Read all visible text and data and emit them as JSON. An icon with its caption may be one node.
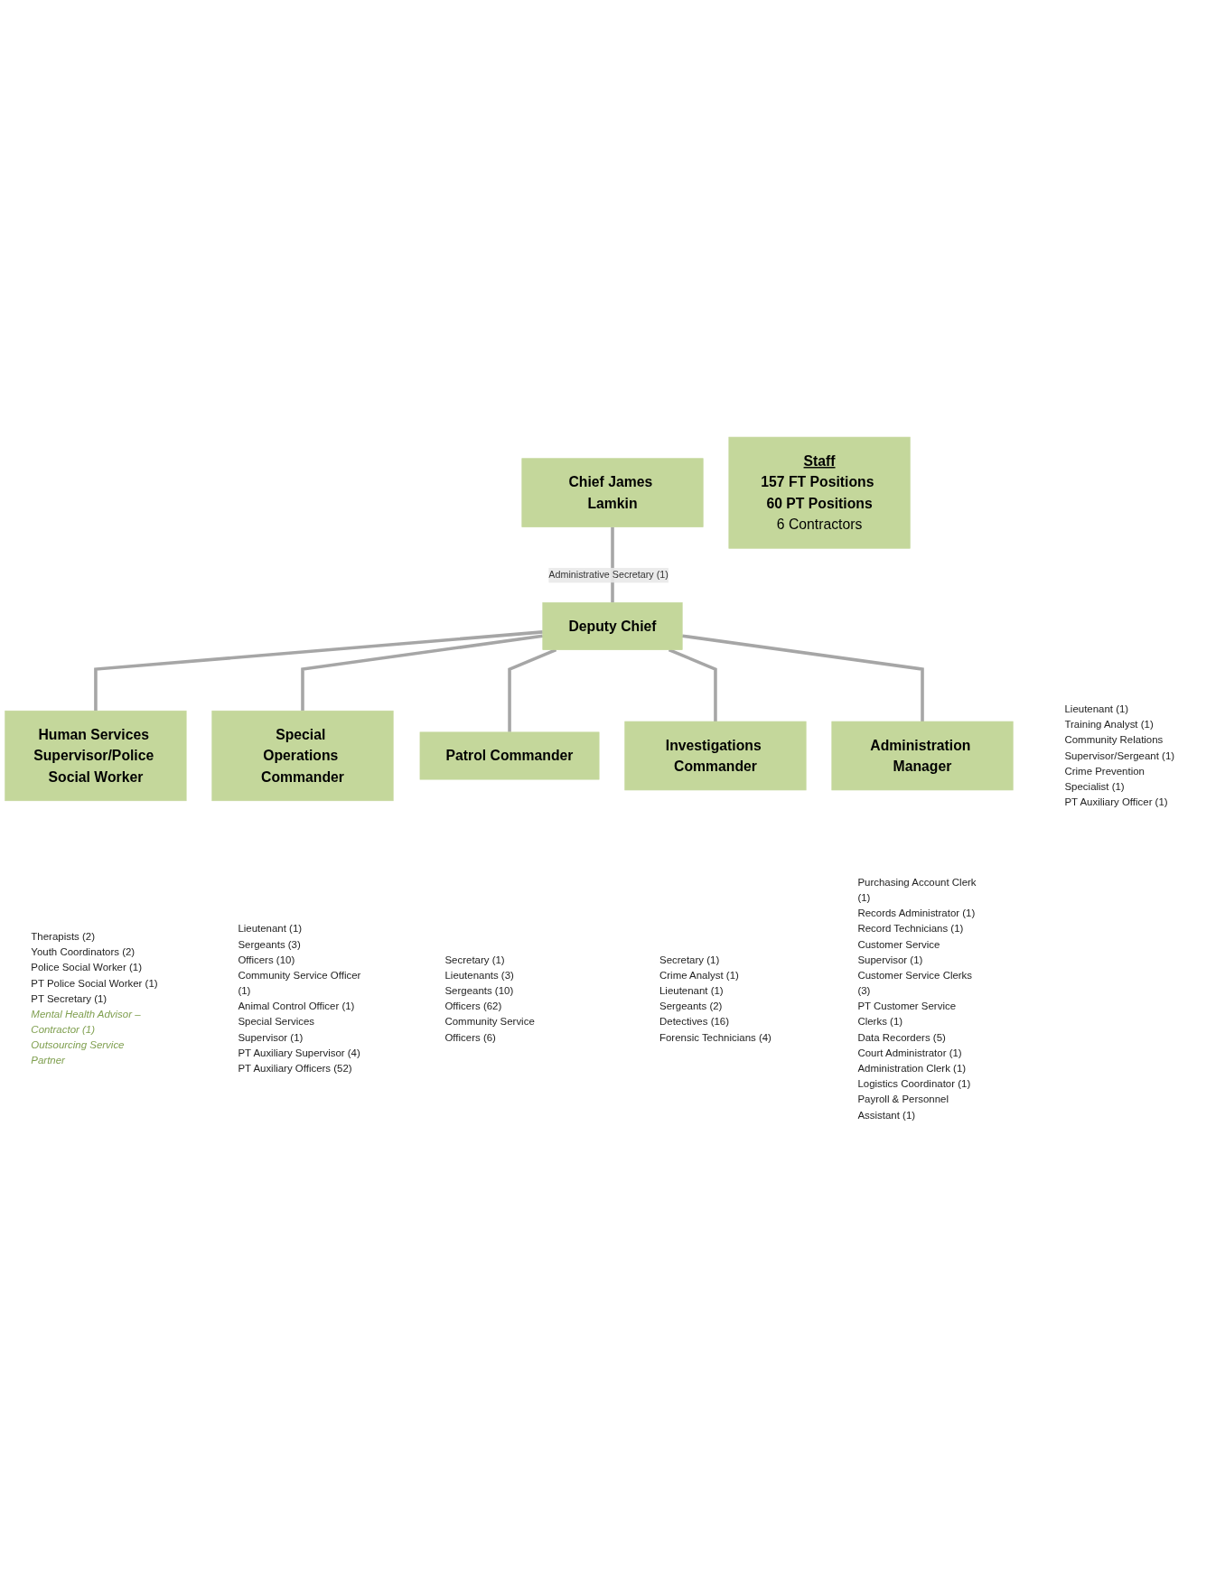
{
  "diagram": {
    "nodes": [
      {
        "text": [
          "Chief James Lamkin"
        ]
      },
      {
        "text": [
          "Deputy Chief"
        ],
        "beside": [
          "Lieutenant (1)",
          "Training Analyst (1)",
          "Community Relations Supervisor/Sergeant (1)",
          "Crime Prevention Specialist (1)",
          "PT Auxiliary Officer (1)"
        ]
      },
      {
        "text": [
          "Human Services Supervisor/Police Social Worker"
        ],
        "beside": [
          "Therapists (2)",
          "Youth Coordinators (2)",
          "Police Social Worker (1)",
          "PT Police Social Worker (1)",
          "PT Secretary (1)",
          "*Mental Health Advisor – Contractor (1)*",
          "*Outsourcing Service Partner*"
        ]
      },
      {
        "text": [
          "Special Operations Commander"
        ],
        "beside": [
          "Lieutenant (1)",
          "Sergeants (3)",
          "Officers (10)",
          "Community Service Officer (1)",
          "Animal Control Officer (1)",
          "Special Services Supervisor (1)",
          "PT Auxiliary Supervisor (4)",
          "PT Auxiliary Officers (52)"
        ]
      },
      {
        "text": [
          "Patrol Commander"
        ],
        "beside": [
          "Secretary (1)",
          "Lieutenants (3)",
          "Sergeants (10)",
          "Officers (62)",
          "Community Service Officers (6)"
        ]
      },
      {
        "text": [
          "Investigations Commander"
        ],
        "beside": [
          "Secretary (1)",
          "Crime Analyst (1)",
          "Lieutenant (1)",
          "Sergeants (2)",
          "Detectives (16)",
          "Forensic Technicians (4)"
        ]
      },
      {
        "text": [
          "Administration Manager"
        ],
        "beside": [
          "Purchasing Account Clerk (1)",
          "Records Administrator (1)",
          "Record Technicians (1)",
          "Customer Service Supervisor (1)",
          "Customer Service Clerks (3)",
          "PT Customer Service Clerks (1)",
          "Data Recorders (5)",
          "Court Administrator (1)",
          "Administration Clerk (1)",
          "Logistics Coordinator (1)",
          "Payroll & Personnel Assistant (1)"
        ]
      },
      {
        "text": [
          "Staff",
          "157 FT Positions 60 PT Positions",
          "6 Contractors"
        ]
      }
    ],
    "edges": [
      {
        "from": 0,
        "to": 1,
        "arrow": "none",
        "label": "Administrative Secretary (1)"
      },
      {
        "from": 1,
        "to": 2,
        "arrow": "none"
      },
      {
        "from": 1,
        "to": 3,
        "arrow": "none"
      },
      {
        "from": 1,
        "to": 4,
        "arrow": "none"
      },
      {
        "from": 1,
        "to": 5,
        "arrow": "none"
      },
      {
        "from": 1,
        "to": 6,
        "arrow": "none"
      }
    ]
  }
}
